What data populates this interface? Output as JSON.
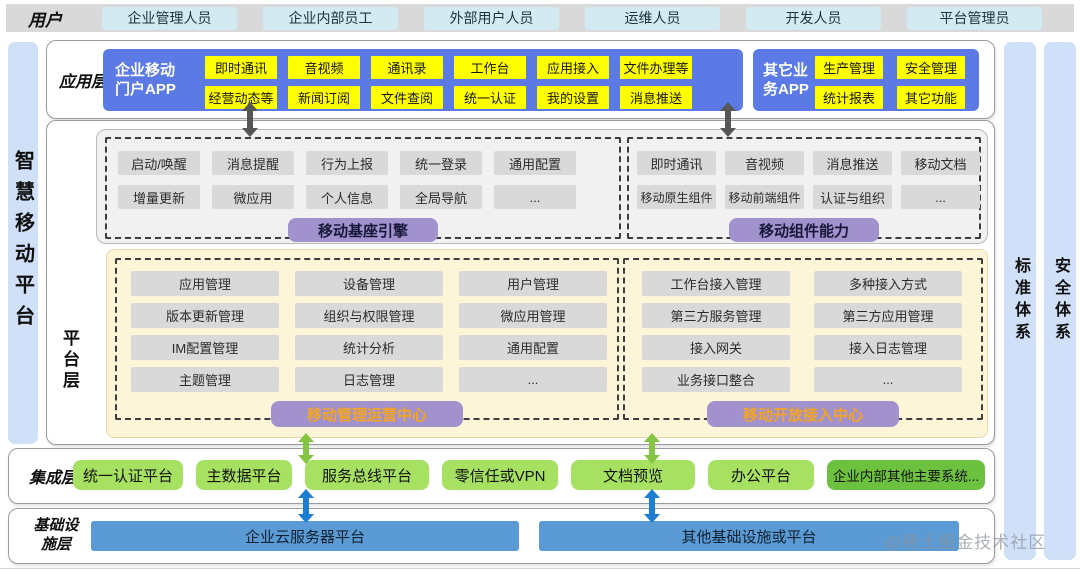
{
  "users": {
    "label": "用户",
    "items": [
      "企业管理人员",
      "企业内部员工",
      "外部用户人员",
      "运维人员",
      "开发人员",
      "平台管理员"
    ]
  },
  "frame": {
    "left_bar": "智慧移动平台",
    "right_bar_1": "标准体系",
    "right_bar_2": "安全体系"
  },
  "app_layer": {
    "label": "应用层",
    "portal": {
      "title_line1": "企业移动",
      "title_line2": "门户APP",
      "chips": [
        [
          "即时通讯",
          "音视频",
          "通讯录",
          "工作台",
          "应用接入",
          "文件办理等"
        ],
        [
          "经营动态等",
          "新闻订阅",
          "文件查阅",
          "统一认证",
          "我的设置",
          "消息推送"
        ]
      ]
    },
    "other": {
      "title_line1": "其它业",
      "title_line2": "务APP",
      "chips": [
        [
          "生产管理",
          "安全管理"
        ],
        [
          "统计报表",
          "其它功能"
        ]
      ]
    }
  },
  "platform_layer": {
    "label": "平台层",
    "engine": {
      "badge": "移动基座引擎",
      "chips": [
        [
          "启动/唤醒",
          "消息提醒",
          "行为上报",
          "统一登录",
          "通用配置"
        ],
        [
          "增量更新",
          "微应用",
          "个人信息",
          "全局导航",
          "..."
        ]
      ]
    },
    "components": {
      "badge": "移动组件能力",
      "chips": [
        [
          "即时通讯",
          "音视频",
          "消息推送",
          "移动文档"
        ],
        [
          "移动原生组件",
          "移动前端组件",
          "认证与组织",
          "..."
        ]
      ]
    },
    "ops_center": {
      "badge": "移动管理运营中心",
      "chips": [
        [
          "应用管理",
          "设备管理",
          "用户管理"
        ],
        [
          "版本更新管理",
          "组织与权限管理",
          "微应用管理"
        ],
        [
          "IM配置管理",
          "统计分析",
          "通用配置"
        ],
        [
          "主题管理",
          "日志管理",
          "..."
        ]
      ]
    },
    "open_center": {
      "badge": "移动开放接入中心",
      "chips": [
        [
          "工作台接入管理",
          "多种接入方式"
        ],
        [
          "第三方服务管理",
          "第三方应用管理"
        ],
        [
          "接入网关",
          "接入日志管理"
        ],
        [
          "业务接口整合",
          "..."
        ]
      ]
    }
  },
  "integration_layer": {
    "label": "集成层",
    "items": [
      "统一认证平台",
      "主数据平台",
      "服务总线平台",
      "零信任或VPN",
      "文档预览",
      "办公平台",
      "企业内部其他主要系统..."
    ]
  },
  "infra_layer": {
    "label_line1": "基础设",
    "label_line2": "施层",
    "items": [
      "企业云服务器平台",
      "其他基础设施或平台"
    ]
  },
  "watermark": "@稀土掘金技术社区",
  "colors": {
    "users_bar_bg": "#d9d9d9",
    "user_chip_bg": "#d3eaf2",
    "side_bar_bg": "#cfe0f8",
    "app_blue": "#5b7ae6",
    "chip_yellow": "#ffff00",
    "chip_gray": "#d9d9d9",
    "panel_gray": "#f1f1f1",
    "panel_yellow": "#fcf5d8",
    "badge_purple": "#a192cd",
    "badge_text_navy": "#17173a",
    "badge_text_orange": "#f5a51f",
    "chip_green": "#a7e162",
    "chip_green_dark": "#6cc13f",
    "infra_blue": "#5b9bd5",
    "arrow_gray": "#565656",
    "arrow_green": "#85c544",
    "arrow_blue": "#1c7ed0"
  }
}
